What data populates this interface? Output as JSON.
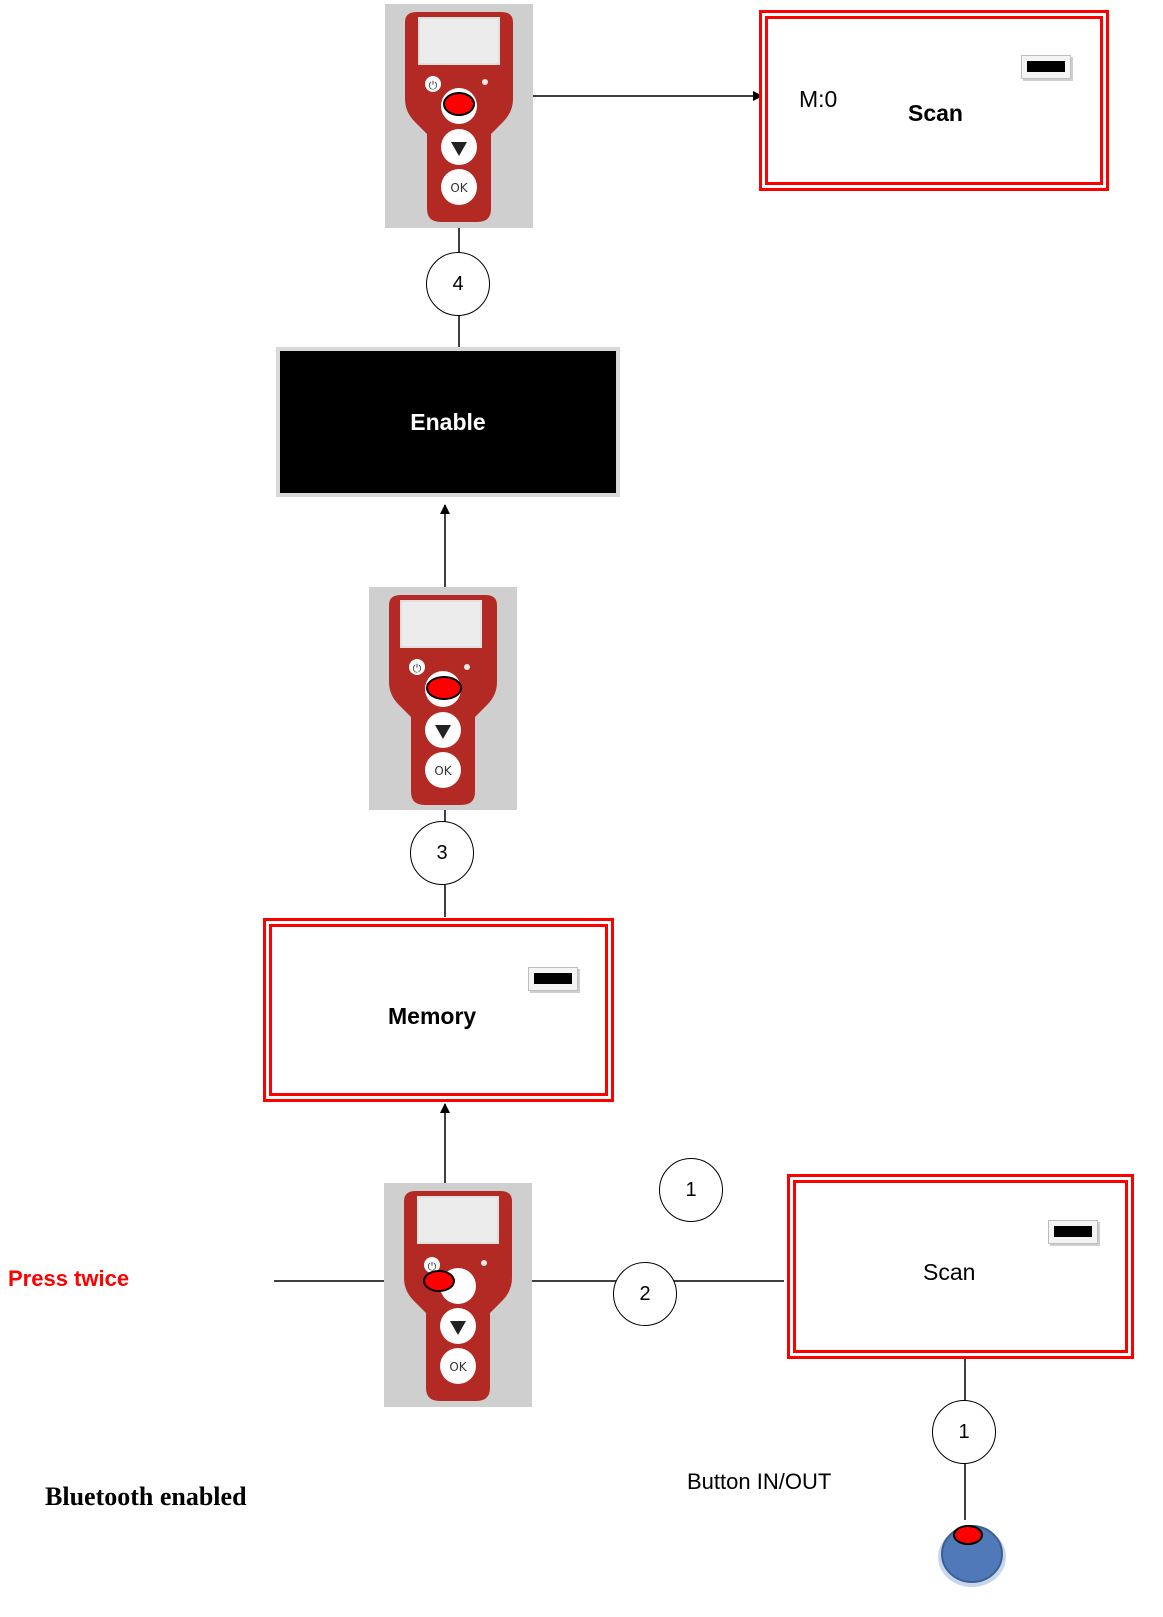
{
  "panels": {
    "top_display": {
      "menu_text": "M:0",
      "selection": "Scan"
    },
    "enable_display": {
      "text": "Enable"
    },
    "memory_display": {
      "selection": "Memory"
    },
    "scan_display": {
      "selection": "Scan"
    }
  },
  "steps": {
    "step1_top": "1",
    "step1_bottom": "1",
    "step2": "2",
    "step3": "3",
    "step4": "4"
  },
  "device": {
    "ok_label": "OK",
    "power_symbol": "⏻"
  },
  "labels": {
    "press_twice": "Press twice",
    "bluetooth_enabled": "Bluetooth enabled",
    "button_in_out": "Button IN/OUT"
  },
  "colors": {
    "accent_red": "#ff0000",
    "device_red": "#b32a24",
    "button_blue": "#4f79b8"
  }
}
